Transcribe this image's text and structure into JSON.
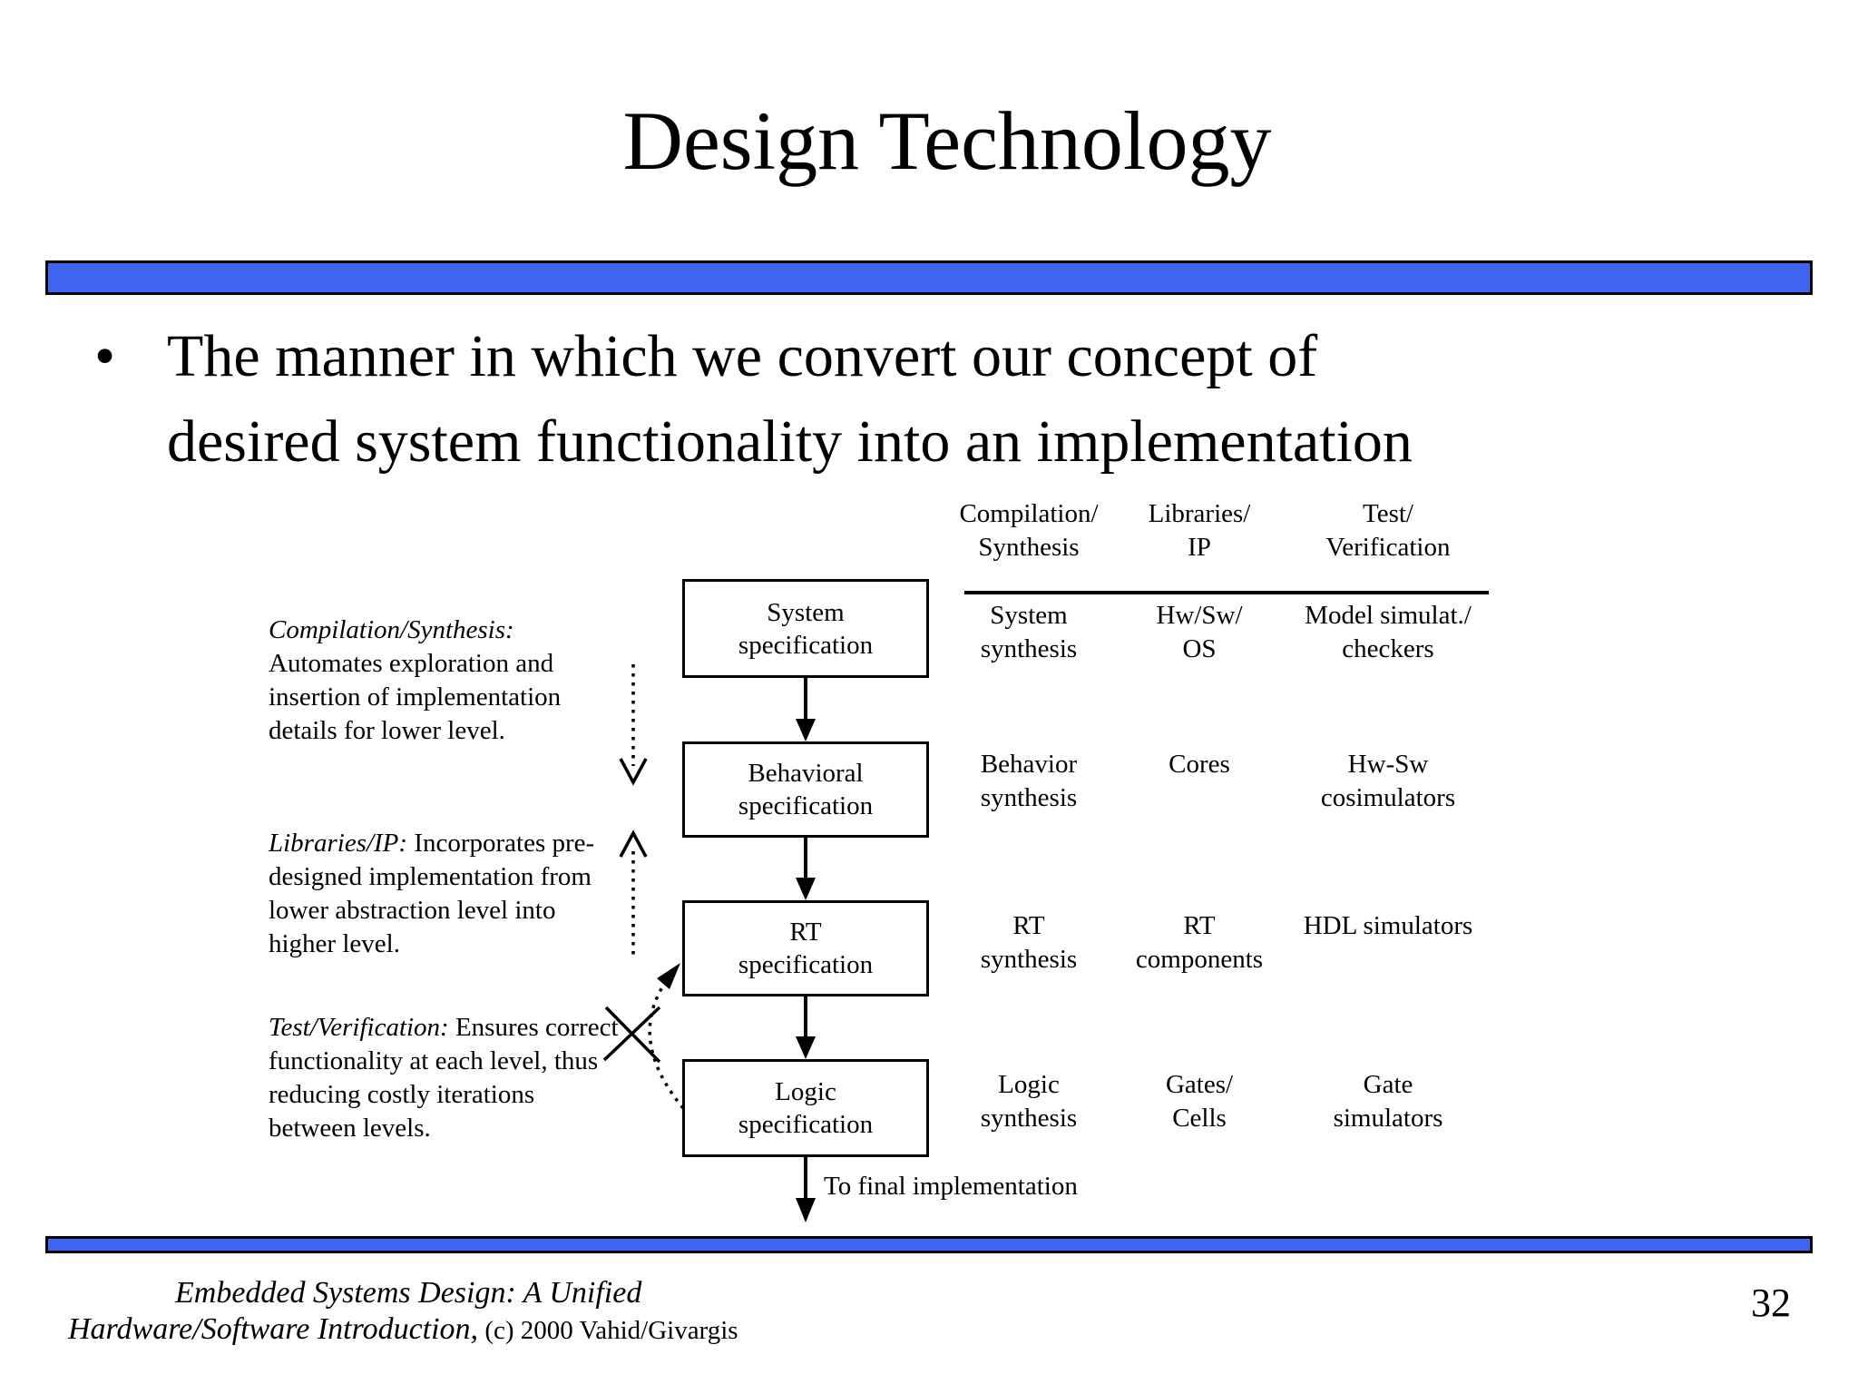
{
  "slide": {
    "title": "Design Technology",
    "page_number": "32",
    "bullet": {
      "marker": "•",
      "line1": "The manner in which we convert our concept of",
      "line2": "desired system functionality into an implementation"
    },
    "annotations": [
      {
        "term": "Compilation/Synthesis:",
        "first_line_rest": "",
        "lines": [
          "Automates exploration and",
          "insertion of implementation",
          "details for lower level."
        ]
      },
      {
        "term": "Libraries/IP:",
        "first_line_rest": " Incorporates pre-",
        "lines": [
          "designed implementation from",
          "lower abstraction level into",
          "higher level."
        ]
      },
      {
        "term": "Test/Verification:",
        "first_line_rest": " Ensures correct",
        "lines": [
          "functionality at each level, thus",
          "reducing costly iterations",
          "between levels."
        ]
      }
    ],
    "flow": {
      "boxes": [
        {
          "line1": "System",
          "line2": "specification"
        },
        {
          "line1": "Behavioral",
          "line2": "specification"
        },
        {
          "line1": "RT",
          "line2": "specification"
        },
        {
          "line1": "Logic",
          "line2": "specification"
        }
      ],
      "final_label": "To final implementation"
    },
    "table": {
      "headers": [
        {
          "line1": "Compilation/",
          "line2": "Synthesis"
        },
        {
          "line1": "Libraries/",
          "line2": "IP"
        },
        {
          "line1": "Test/",
          "line2": "Verification"
        }
      ],
      "rows": [
        [
          {
            "line1": "System",
            "line2": "synthesis"
          },
          {
            "line1": "Hw/Sw/",
            "line2": "OS"
          },
          {
            "line1": "Model simulat./",
            "line2": "checkers"
          }
        ],
        [
          {
            "line1": "Behavior",
            "line2": "synthesis"
          },
          {
            "line1": "Cores",
            "line2": ""
          },
          {
            "line1": "Hw-Sw",
            "line2": "cosimulators"
          }
        ],
        [
          {
            "line1": "RT",
            "line2": "synthesis"
          },
          {
            "line1": "RT",
            "line2": "components"
          },
          {
            "line1": "HDL simulators",
            "line2": ""
          }
        ],
        [
          {
            "line1": "Logic",
            "line2": "synthesis"
          },
          {
            "line1": "Gates/",
            "line2": "Cells"
          },
          {
            "line1": "Gate",
            "line2": "simulators"
          }
        ]
      ]
    },
    "footer": {
      "line1": "Embedded Systems Design: A Unified",
      "line2_italic": "Hardware/Software Introduction,",
      "line2_normal": " (c) 2000 Vahid/Givargis"
    },
    "colors": {
      "bar_blue": "#3E64F0",
      "text": "#000000"
    }
  }
}
